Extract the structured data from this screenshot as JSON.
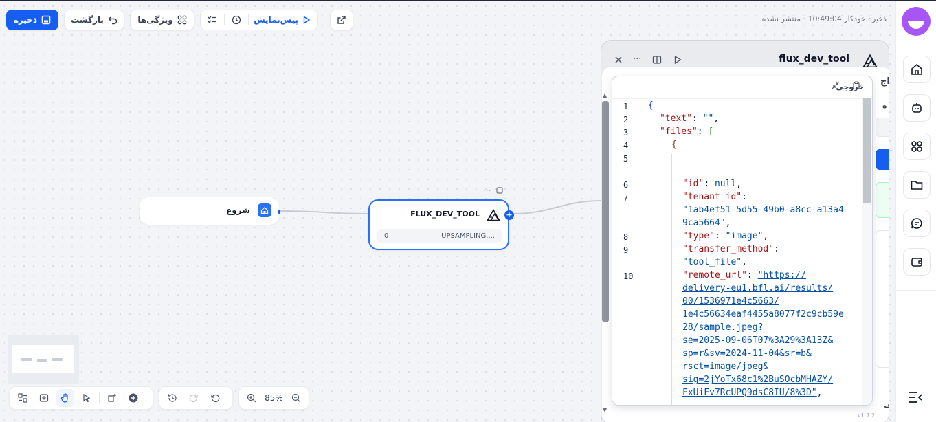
{
  "header": {
    "save_label": "ذخیره",
    "back_label": "بازگشت",
    "features_label": "ویژگی‌ها",
    "preview_label": "پیش‌نمایش",
    "autosave_text": "ذخیره خودکار 10:49:04 · منتشر نشده"
  },
  "nodes": {
    "start_label": "شروع",
    "tool_title": "FLUX_DEV_TOOL",
    "tool_param_name": "UPSAMPLING....",
    "tool_param_value": "0"
  },
  "zoom": {
    "level": "85%"
  },
  "panel": {
    "title": "flux_dev_tool",
    "peek_title": "اج",
    "peek_sub": "ه",
    "peek_footer": "ف"
  },
  "output": {
    "title": "خروجی",
    "line_numbers": [
      "1",
      "2",
      "3",
      "4",
      "5",
      "6",
      "7",
      "8",
      "9",
      "10"
    ],
    "json": {
      "text_key": "\"text\"",
      "text_val": "\"\"",
      "files_key": "\"files\"",
      "id_key": "\"id\"",
      "id_val": "null",
      "tenant_key": "\"tenant_id\"",
      "tenant_val_1": "\"1ab4ef51-5d55-49b0-a8cc-a13a4",
      "tenant_val_2": "9ca5664\"",
      "type_key": "\"type\"",
      "type_val": "\"image\"",
      "transfer_key": "\"transfer_method\"",
      "transfer_val": "\"tool_file\"",
      "remote_key": "\"remote_url\"",
      "url_lines": [
        "\"https://",
        "delivery-eu1.bfl.ai/results/",
        "00/1536971e4c5663/",
        "1e4c56634eaf4455a8077f2c9cb59e",
        "28/sample.jpeg?",
        "se=2025-09-06T07%3A29%3A13Z&",
        "sp=r&sv=2024-11-04&sr=b&",
        "rsct=image/jpeg&",
        "sig=2jYoTx68c1%2BuSOcbMHAZY/",
        "FxUiFv7RcUPQ9dsC8IU/8%3D\""
      ]
    }
  },
  "version": "v1.7.2",
  "colors": {
    "accent": "#155eef",
    "avatar": "#a855f7"
  }
}
